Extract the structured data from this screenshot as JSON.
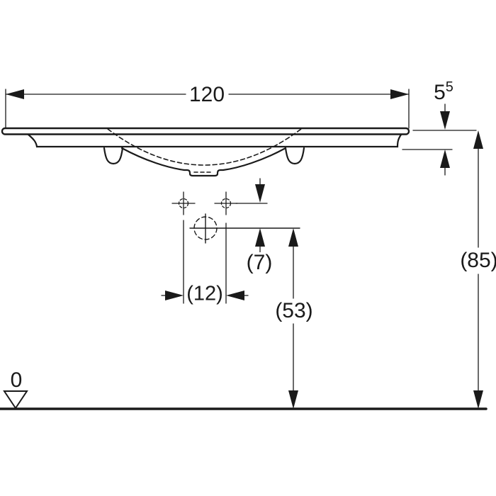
{
  "drawing": {
    "kind": "washbasin front elevation technical drawing",
    "colors": {
      "line": "#1a1a1a",
      "background": "#ffffff"
    },
    "labels": {
      "overall_width": "120",
      "rim_height_value": "5",
      "rim_height_superscript": "5",
      "installation_height": "(85)",
      "tap_drain_offset": "(7)",
      "tap_hole_spacing": "(12)",
      "drain_height": "(53)",
      "floor_level": "0"
    }
  }
}
